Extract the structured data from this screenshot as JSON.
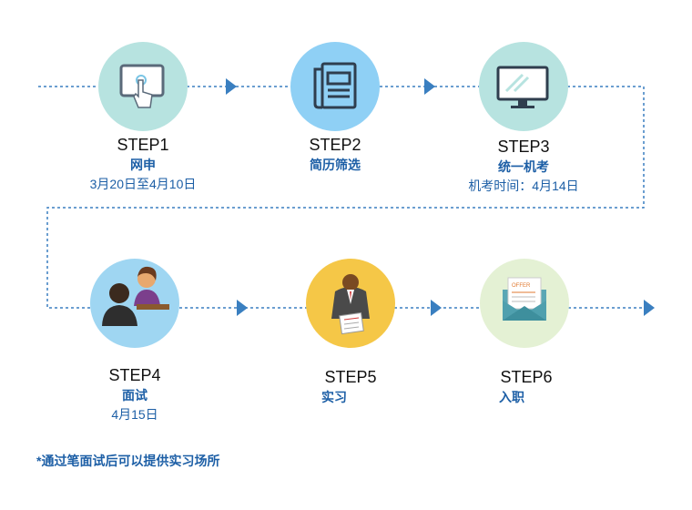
{
  "steps": [
    {
      "title": "STEP1",
      "name": "网申",
      "date": "3月20日至4月10日",
      "icon": "touchscreen-icon",
      "circle_color": "#b7e3e0"
    },
    {
      "title": "STEP2",
      "name": "简历筛选",
      "date": "",
      "icon": "document-icon",
      "circle_color": "#8fd0f5"
    },
    {
      "title": "STEP3",
      "name": "统一机考",
      "date": "机考时间：4月14日",
      "icon": "monitor-icon",
      "circle_color": "#b7e3e0"
    },
    {
      "title": "STEP4",
      "name": "面试",
      "date": "4月15日",
      "icon": "interview-icon",
      "circle_color": "#9fd6f2"
    },
    {
      "title": "STEP5",
      "name": "实习",
      "date": "",
      "icon": "worker-icon",
      "circle_color": "#f5c747"
    },
    {
      "title": "STEP6",
      "name": "入职",
      "date": "",
      "icon": "offer-envelope-icon",
      "circle_color": "#e4f1d4"
    }
  ],
  "note": "*通过笔面试后可以提供实习场所",
  "colors": {
    "line": "#3a7fc0",
    "arrow": "#3a7fc0",
    "text_blue": "#1d5fa6"
  }
}
